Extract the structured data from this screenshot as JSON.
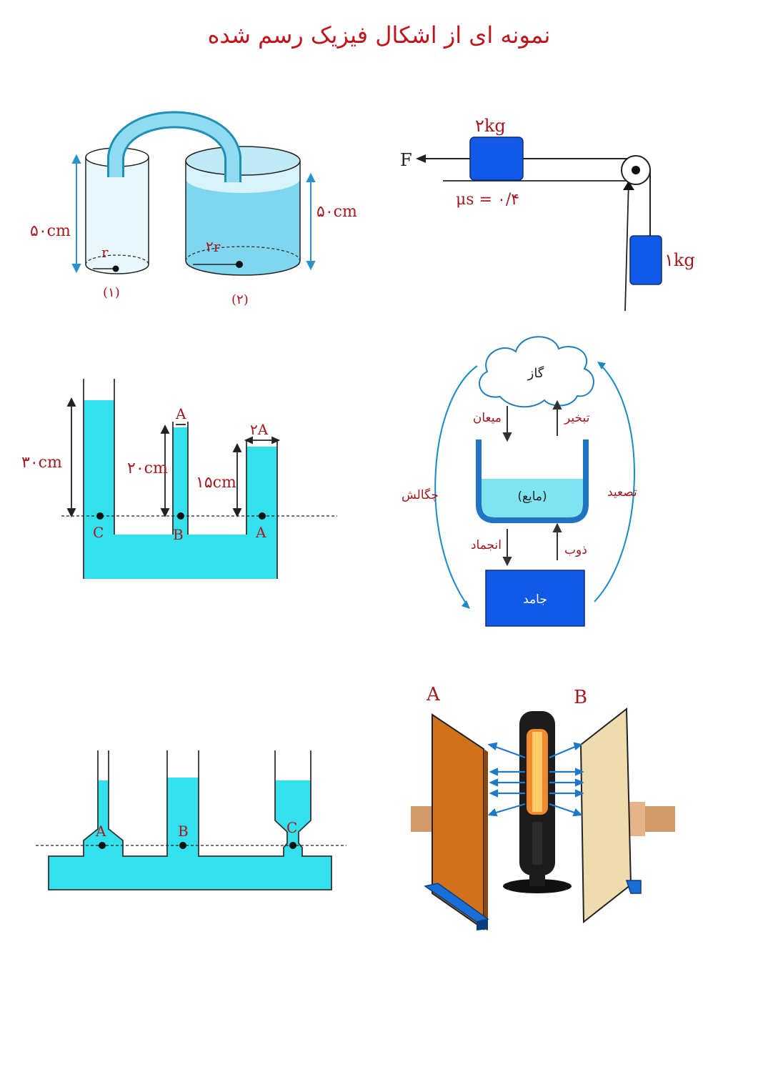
{
  "title": "نمونه ای از اشکال فیزیک رسم شده",
  "colors": {
    "title": "#c0141c",
    "label": "#a4191f",
    "water": "#33e0ec",
    "block": "#1159e6",
    "arrow": "#1a8ac6"
  },
  "fig_cylinders": {
    "height_left": "۵۰cm",
    "height_right": "۵۰cm",
    "radius_left": "r",
    "radius_right": "۲r",
    "caption_left": "(۱)",
    "caption_right": "(۲)"
  },
  "fig_pulley": {
    "mass_top": "۲kg",
    "mass_hanging": "۱kg",
    "force": "F",
    "friction": "μs = ۰/۴"
  },
  "fig_utube": {
    "height_left": "۳۰cm",
    "height_mid": "۲۰cm",
    "height_right": "۱۵cm",
    "area_mid": "A",
    "area_right": "۲A",
    "point_c": "C",
    "point_b": "B",
    "point_a": "A"
  },
  "fig_phases": {
    "gas": "گاز",
    "liquid": "(مایع)",
    "solid": "جامد",
    "condensation_down": "میعان",
    "evaporation": "تبخیر",
    "freezing": "انجماد",
    "melting": "ذوب",
    "deposition": "چگالش",
    "sublimation": "تصعید"
  },
  "fig_vessels": {
    "point_a": "A",
    "point_b": "B",
    "point_c": "C"
  },
  "fig_heater": {
    "plate_a": "A",
    "plate_b": "B"
  }
}
